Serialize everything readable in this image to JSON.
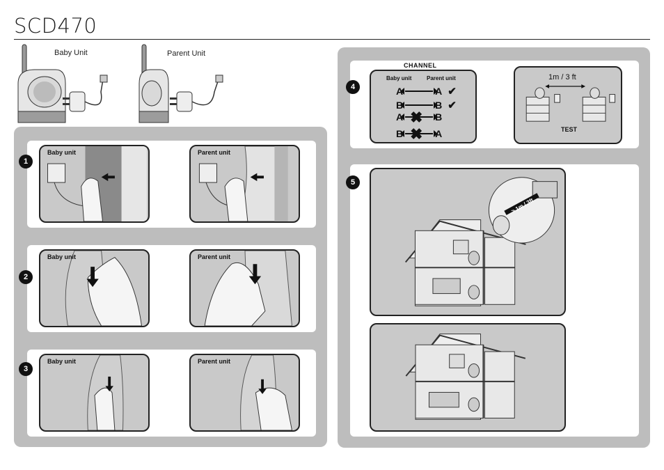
{
  "title": "SCD470",
  "top": {
    "baby_unit_label": "Baby Unit",
    "parent_unit_label": "Parent Unit"
  },
  "steps": [
    {
      "number": "1",
      "left_label": "Baby unit",
      "right_label": "Parent unit"
    },
    {
      "number": "2",
      "left_label": "Baby unit",
      "right_label": "Parent unit"
    },
    {
      "number": "3",
      "left_label": "Baby unit",
      "right_label": "Parent unit"
    },
    {
      "number": "4"
    },
    {
      "number": "5"
    }
  ],
  "channel": {
    "title": "CHANNEL",
    "col_baby": "Baby unit",
    "col_parent": "Parent unit",
    "rows": [
      {
        "left": "A",
        "right": "A",
        "mark": "✔"
      },
      {
        "left": "B",
        "right": "B",
        "mark": "✔"
      },
      {
        "left": "A",
        "right": "B",
        "mark": ""
      },
      {
        "left": "B",
        "right": "A",
        "mark": ""
      }
    ]
  },
  "test": {
    "distance": "1m / 3 ft",
    "label": "TEST"
  },
  "range": {
    "distance": "> 1m / 3ft"
  },
  "colors": {
    "panel": "#bdbdbd",
    "illustration": "#c9c9c9",
    "accent": "#111111"
  }
}
